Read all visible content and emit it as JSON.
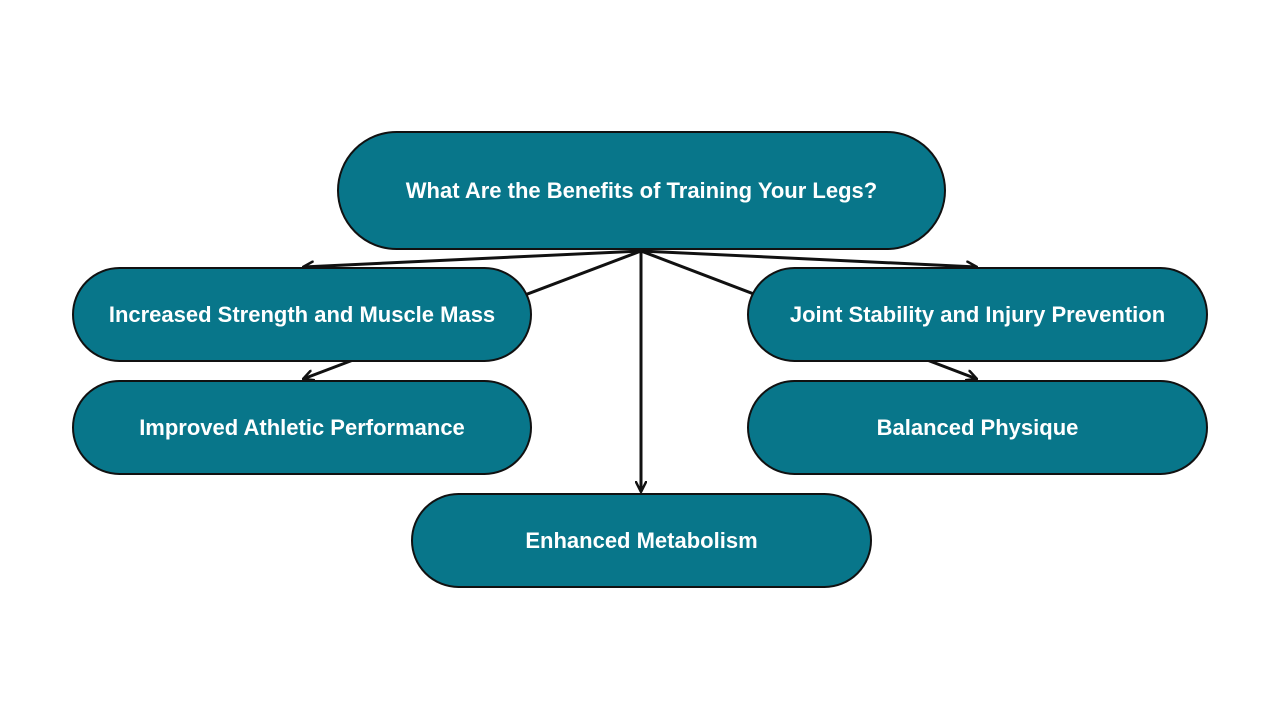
{
  "colors": {
    "node_fill": "#08768A",
    "node_border": "#111111",
    "node_text": "#ffffff",
    "connector": "#111111",
    "background": "#ffffff"
  },
  "root": {
    "label": "What Are the Benefits of Training Your Legs?"
  },
  "benefits": {
    "strength": "Increased Strength and Muscle Mass",
    "athletic": "Improved Athletic Performance",
    "joint": "Joint Stability and Injury Prevention",
    "physique": "Balanced Physique",
    "metabolism": "Enhanced Metabolism"
  },
  "edges": [
    {
      "from": "root",
      "to": "strength"
    },
    {
      "from": "root",
      "to": "joint"
    },
    {
      "from": "root",
      "to": "athletic"
    },
    {
      "from": "root",
      "to": "physique"
    },
    {
      "from": "root",
      "to": "metabolism"
    }
  ]
}
